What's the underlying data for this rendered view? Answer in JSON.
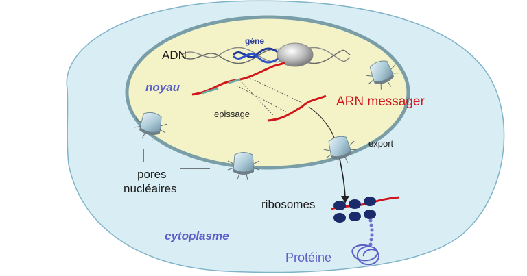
{
  "labels": {
    "adn": "ADN",
    "gene": "géne",
    "noyau": "noyau",
    "arn_messager": "ARN messager",
    "epissage": "epissage",
    "export": "export",
    "pores_line1": "pores",
    "pores_line2": "nucléaires",
    "ribosomes": "ribosomes",
    "cytoplasme": "cytoplasme",
    "proteine": "Protéine"
  },
  "colors": {
    "cytoplasm_fill": "#d9edf4",
    "cytoplasm_stroke": "#7fb3c8",
    "nucleus_fill": "#f4f3c8",
    "nuclear_envelope": "#7a9ea8",
    "mrna": "#d0161d",
    "dna": "#1f3a9c",
    "ribosome": "#1b2a6b",
    "protein": "#6a6fd0"
  }
}
